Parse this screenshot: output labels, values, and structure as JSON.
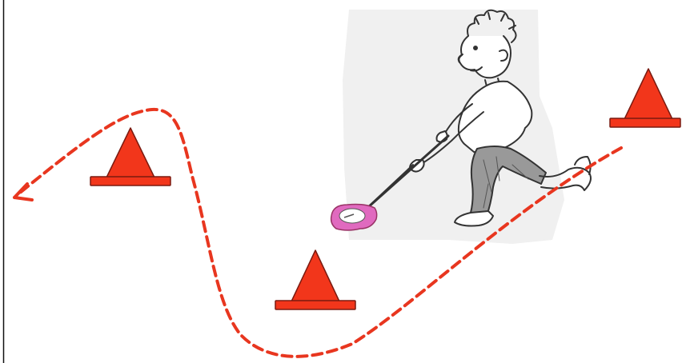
{
  "scene": {
    "background": "#ffffff",
    "border_color": "#111111",
    "path_color": "#e8361f",
    "cone_color": "#f2361b",
    "cone_outline": "#7a1a10",
    "sketch_bg": "#f0f0f0",
    "sketch_line": "#333333",
    "puck_color": "#cc3399",
    "cones": [
      {
        "name": "cone-left",
        "icon": "traffic-cone-icon"
      },
      {
        "name": "cone-middle",
        "icon": "traffic-cone-icon"
      },
      {
        "name": "cone-right",
        "icon": "traffic-cone-icon"
      }
    ],
    "illustration": "person-pushing-stick-illustration",
    "path": "dashed-curved-arrow-icon"
  }
}
